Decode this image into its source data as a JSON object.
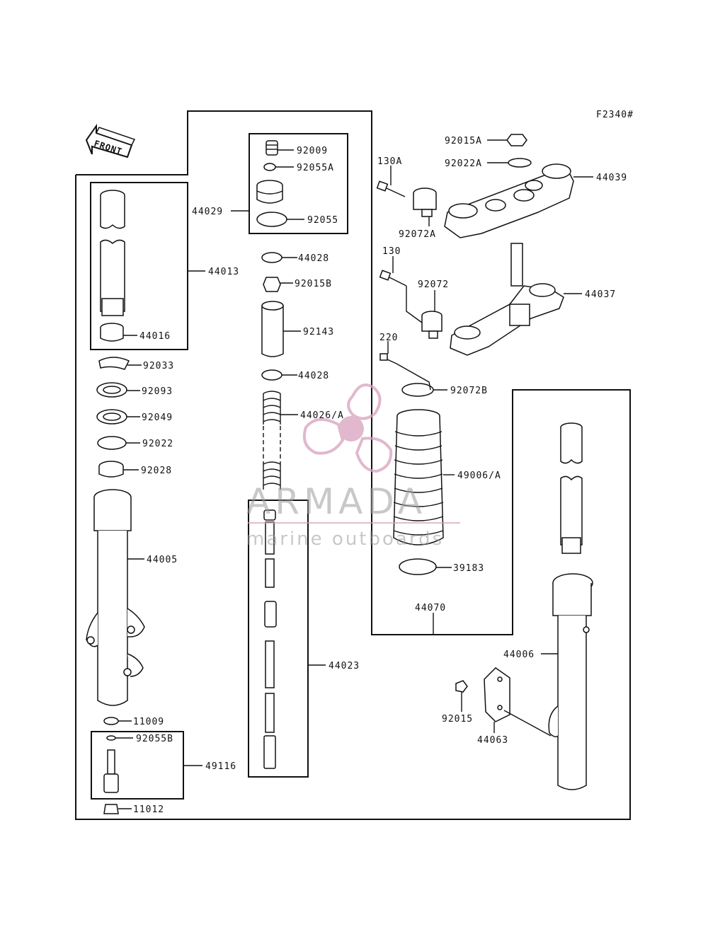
{
  "figure_code": "F2340#",
  "front_label": "FRONT",
  "watermark": {
    "brand": "ARMADA",
    "tagline": "marine outboards",
    "accent_color": "#d7a1bd"
  },
  "callouts": [
    "92009",
    "92055A",
    "44029",
    "92055",
    "44028",
    "92015B",
    "92143",
    "44028",
    "44026/A",
    "44013",
    "44016",
    "92033",
    "92093",
    "92049",
    "92022",
    "92028",
    "44005",
    "11009",
    "92055B",
    "49116",
    "11012",
    "44023",
    "92015A",
    "92022A",
    "44039",
    "130A",
    "92072A",
    "130",
    "92072",
    "44037",
    "220",
    "92072B",
    "49006/A",
    "39183",
    "44070",
    "44006",
    "92015",
    "44063"
  ]
}
